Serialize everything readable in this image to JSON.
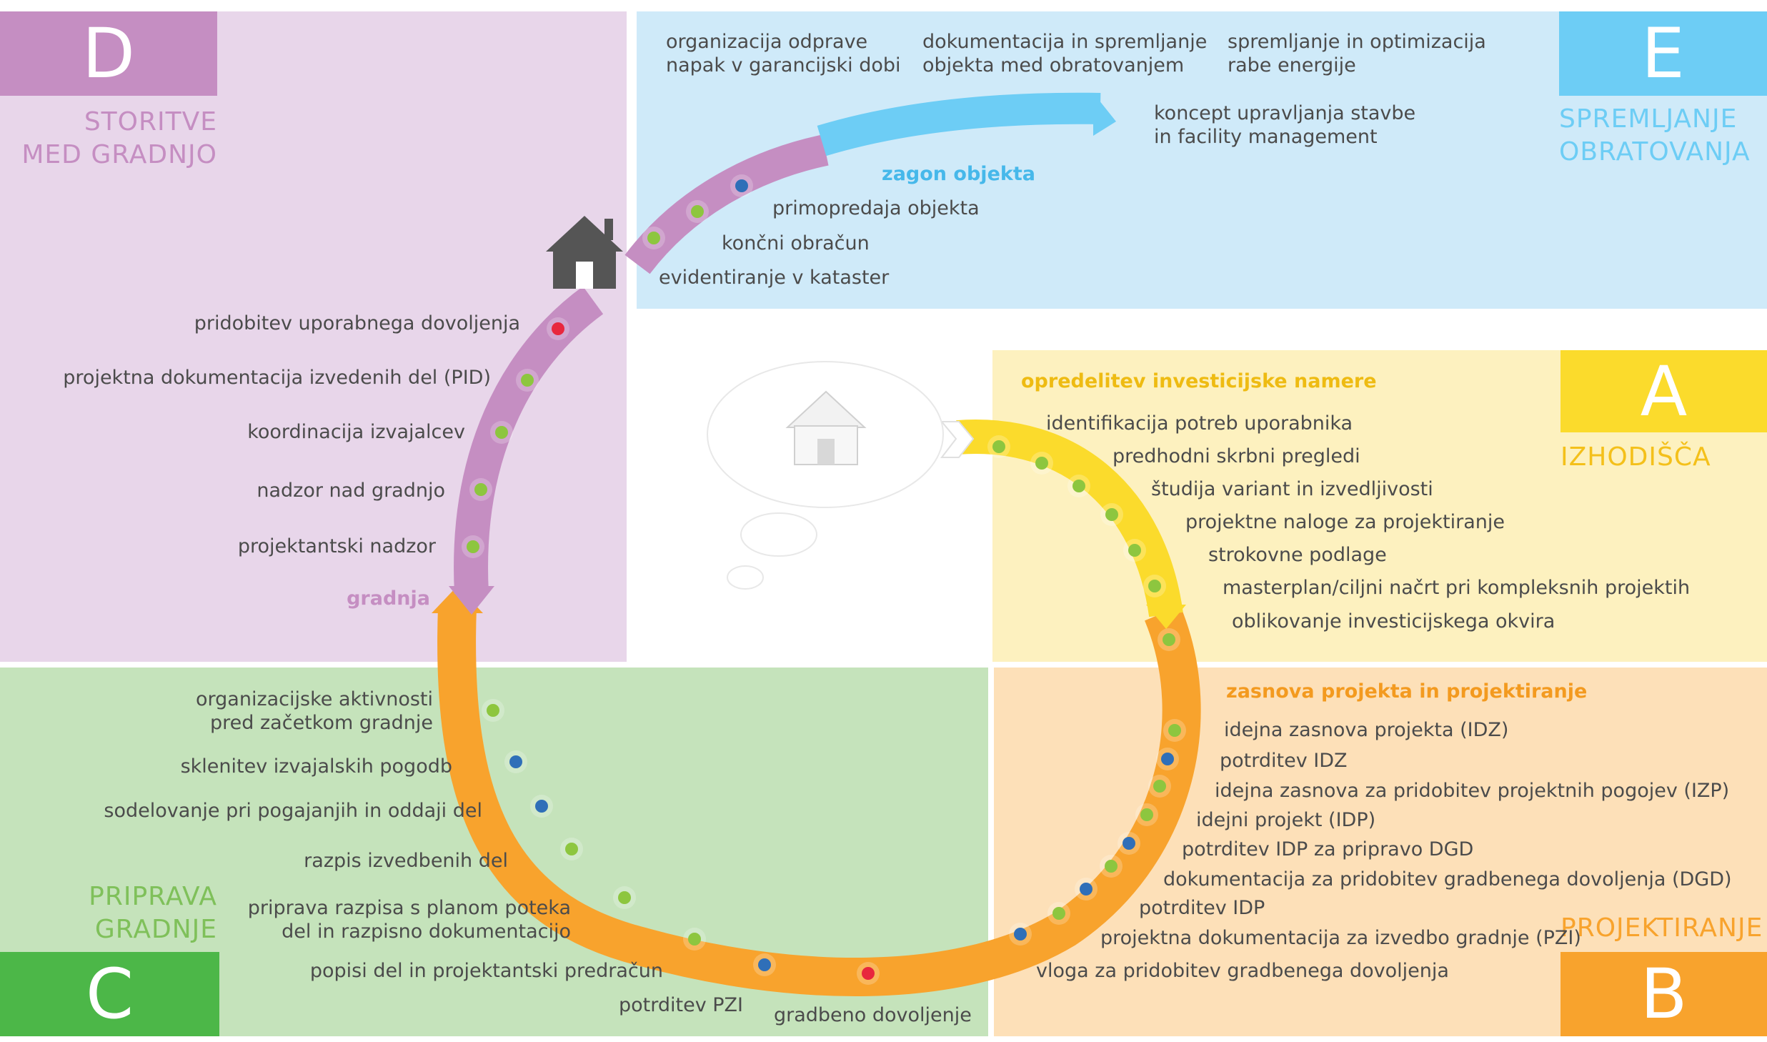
{
  "colors": {
    "d_bg": "#e8d6ea",
    "d_accent": "#c58ec2",
    "e_bg": "#cfeaf9",
    "e_accent": "#6dcdf5",
    "a_bg": "#fdf1bf",
    "a_accent": "#fbdb2c",
    "b_bg": "#fde0b8",
    "b_accent": "#f8a32d",
    "c_bg": "#c5e3bb",
    "c_accent": "#4cb748",
    "text": "#4b4b4b",
    "dot_green": "#8dc63f",
    "dot_blue": "#2f6fb8",
    "dot_red": "#e8273d",
    "house_dark": "#555555"
  },
  "icons": {
    "house": "house-icon",
    "thought_bubble": "thought-bubble-icon"
  },
  "panels": {
    "D": {
      "letter": "D",
      "category": [
        "STORITVE",
        "MED GRADNJO"
      ],
      "items": [
        "pridobitev uporabnega dovoljenja",
        "projektna dokumentacija izvedenih del (PID)",
        "koordinacija izvajalcev",
        "nadzor nad gradnjo",
        "projektantski nadzor"
      ],
      "heading": "gradnja"
    },
    "E": {
      "letter": "E",
      "category": [
        "SPREMLJANJE",
        "OBRATOVANJA"
      ],
      "top_items": [
        [
          "organizacija odprave",
          "napak v garancijski dobi"
        ],
        [
          "dokumentacija in spremljanje",
          "objekta med obratovanjem"
        ],
        [
          "spremljanje in optimizacija",
          "rabe energije"
        ]
      ],
      "side_item": [
        "koncept upravljanja stavbe",
        "in facility management"
      ],
      "heading": "zagon objekta",
      "items": [
        "primopredaja objekta",
        "končni obračun",
        "evidentiranje v kataster"
      ]
    },
    "A": {
      "letter": "A",
      "category": [
        "IZHODIŠČA"
      ],
      "heading": "opredelitev investicijske namere",
      "items": [
        "identifikacija potreb uporabnika",
        "predhodni skrbni pregledi",
        "študija variant in izvedljivosti",
        "projektne naloge za projektiranje",
        "strokovne podlage",
        "masterplan/ciljni načrt pri kompleksnih projektih",
        "oblikovanje investicijskega okvira"
      ]
    },
    "B": {
      "letter": "B",
      "category": [
        "PROJEKTIRANJE"
      ],
      "heading": "zasnova projekta in projektiranje",
      "items": [
        "idejna zasnova projekta (IDZ)",
        "potrditev IDZ",
        "idejna zasnova za pridobitev projektnih pogojev (IZP)",
        "idejni projekt (IDP)",
        "potrditev IDP za pripravo DGD",
        "dokumentacija za pridobitev gradbenega dovoljenja (DGD)",
        "potrditev IDP",
        "projektna dokumentacija za izvedbo gradnje (PZI)",
        "vloga za pridobitev gradbenega dovoljenja"
      ]
    },
    "C": {
      "letter": "C",
      "category": [
        "PRIPRAVA",
        "GRADNJE"
      ],
      "items": [
        [
          "organizacijske aktivnosti",
          "pred začetkom gradnje"
        ],
        [
          "sklenitev izvajalskih pogodb"
        ],
        [
          "sodelovanje pri pogajanjih in oddaji del"
        ],
        [
          "razpis izvedbenih del"
        ],
        [
          "priprava razpisa s planom poteka",
          "del in razpisno dokumentacijo"
        ],
        [
          "popisi del in projektantski predračun"
        ],
        [
          "potrditev PZI"
        ],
        [
          "gradbeno dovoljenje"
        ]
      ]
    }
  }
}
